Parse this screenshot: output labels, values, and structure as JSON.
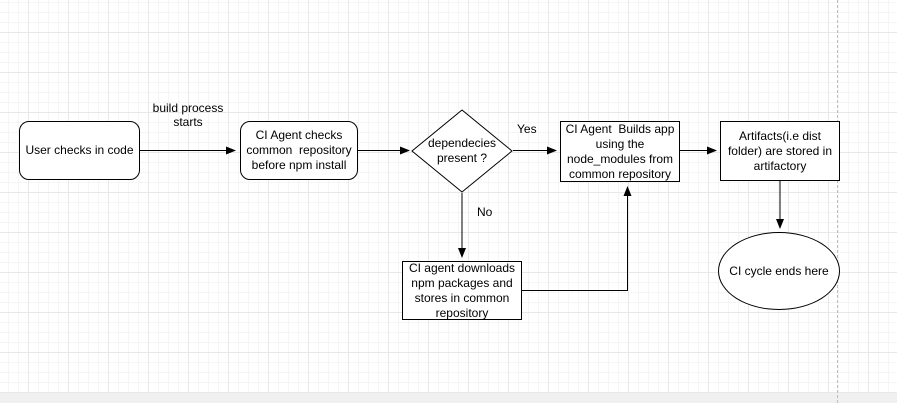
{
  "app": {
    "type": "flowchart-canvas",
    "title": "CI npm dependency caching flow"
  },
  "nodes": {
    "user_checks_in": {
      "shape": "rounded-rectangle",
      "label": "User checks in code"
    },
    "ci_agent_checks": {
      "shape": "rounded-rectangle",
      "label": "CI Agent checks\ncommon  repository\nbefore npm install"
    },
    "dependencies_present": {
      "shape": "diamond",
      "label": "dependecies\npresent ?"
    },
    "ci_agent_builds": {
      "shape": "rectangle",
      "label": "CI Agent  Builds app\nusing the\nnode_modules from\ncommon repository"
    },
    "artifacts_stored": {
      "shape": "rectangle",
      "label": "Artifacts(i.e dist\nfolder) are stored in\nartifactory"
    },
    "ci_agent_downloads": {
      "shape": "rectangle",
      "label": "CI agent downloads\nnpm packages and\nstores in common\nrepository"
    },
    "ci_cycle_ends": {
      "shape": "ellipse",
      "label": "CI cycle ends here"
    }
  },
  "edge_labels": {
    "build_process": "build process\nstarts",
    "yes": "Yes",
    "no": "No"
  },
  "colors": {
    "shape_fill": "#ffffff",
    "shape_stroke": "#000000",
    "text": "#000000",
    "grid_minor": "#f7f4f5",
    "grid_major": "#e9e7e8",
    "page_break_line": "#bdbdbd",
    "canvas_edge_strip": "#f1f0f0"
  }
}
